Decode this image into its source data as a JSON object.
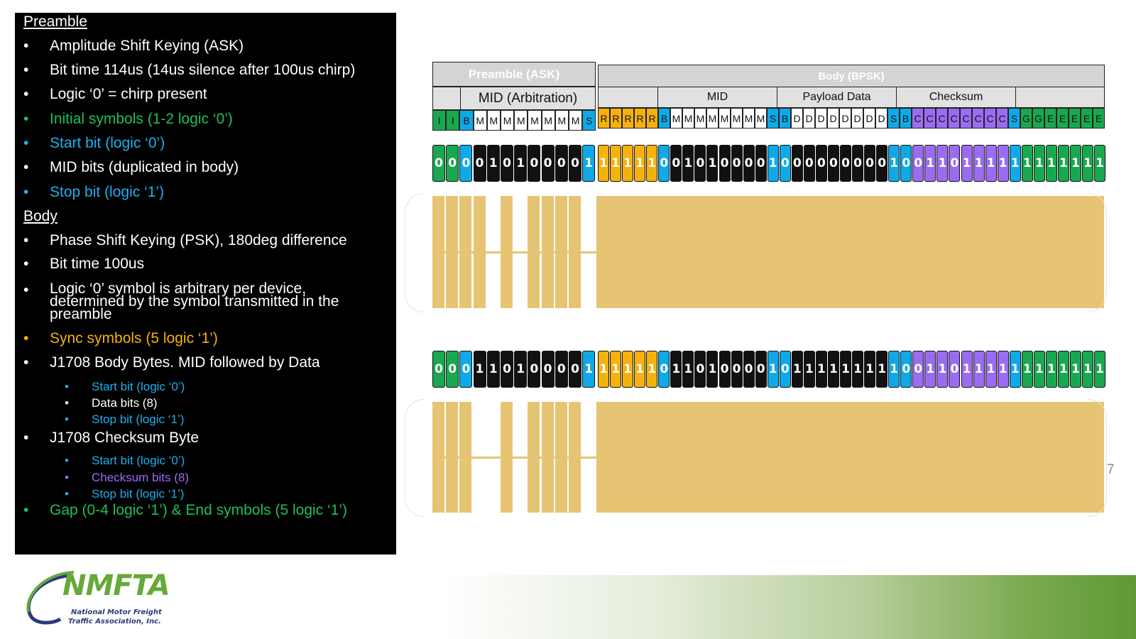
{
  "left_panel": {
    "preamble_heading": "Preamble",
    "preamble_bullets": [
      {
        "text": "Amplitude Shift Keying (ASK)",
        "color": "white"
      },
      {
        "text": "Bit time 114us (14us silence after 100us chirp)",
        "color": "white"
      },
      {
        "text": "Logic ‘0’ = chirp present",
        "color": "white"
      },
      {
        "text": "Initial symbols (1-2 logic ‘0’)",
        "color": "green"
      },
      {
        "text": "Start bit (logic ‘0’)",
        "color": "blue"
      },
      {
        "text": "MID bits (duplicated in body)",
        "color": "white"
      },
      {
        "text": "Stop bit (logic ‘1’)",
        "color": "blue"
      }
    ],
    "body_heading": "Body",
    "body_bullets": [
      {
        "text": "Phase Shift Keying (PSK), 180deg difference",
        "color": "white"
      },
      {
        "text": "Bit time 100us",
        "color": "white"
      },
      {
        "text": "Logic ‘0’ symbol is arbitrary per device, determined by the symbol transmitted in the preamble",
        "color": "white"
      },
      {
        "text": "Sync symbols (5 logic ‘1’)",
        "color": "orange"
      },
      {
        "text": "J1708 Body Bytes. MID followed by Data",
        "color": "white"
      }
    ],
    "body_bytes_sub": [
      {
        "text": "Start bit (logic ‘0’)",
        "color": "blue"
      },
      {
        "text": "Data bits (8)",
        "color": "white"
      },
      {
        "text": "Stop bit (logic ‘1’)",
        "color": "blue"
      }
    ],
    "checksum_heading": "J1708 Checksum Byte",
    "checksum_sub": [
      {
        "text": "Start bit (logic ‘0’)",
        "color": "blue"
      },
      {
        "text": "Checksum bits (8)",
        "color": "purple"
      },
      {
        "text": "Stop bit (logic ‘1’)",
        "color": "blue"
      }
    ],
    "gap_bullet": {
      "text": "Gap (0-4 logic ‘1’) & End symbols (5 logic ‘1’)",
      "color": "green"
    },
    "bullet_char": "•"
  },
  "diagram": {
    "preamble_title": "Preamble (ASK)",
    "body_title": "Body (BPSK)",
    "mid_arbitration_label": "MID (Arbitration)",
    "mid_label": "MID",
    "payload_label": "Payload Data",
    "checksum_label": "Checksum",
    "symbols_preamble": [
      "I",
      "I",
      "B",
      "M",
      "M",
      "M",
      "M",
      "M",
      "M",
      "M",
      "M",
      "S"
    ],
    "symbols_body": [
      "R",
      "R",
      "R",
      "R",
      "R",
      "B",
      "M",
      "M",
      "M",
      "M",
      "M",
      "M",
      "M",
      "M",
      "S",
      "B",
      "D",
      "D",
      "D",
      "D",
      "D",
      "D",
      "D",
      "D",
      "S",
      "B",
      "C",
      "C",
      "C",
      "C",
      "C",
      "C",
      "C",
      "C",
      "S",
      "G",
      "G",
      "E",
      "E",
      "E",
      "E",
      "E"
    ],
    "row1_bits": [
      "0",
      "0",
      "0",
      "0",
      "1",
      "0",
      "1",
      "0",
      "0",
      "0",
      "0",
      "1",
      "1",
      "1",
      "1",
      "1",
      "1",
      "0",
      "0",
      "1",
      "0",
      "1",
      "0",
      "0",
      "0",
      "0",
      "1",
      "0",
      "0",
      "0",
      "0",
      "0",
      "0",
      "0",
      "0",
      "0",
      "1",
      "0",
      "0",
      "1",
      "1",
      "0",
      "1",
      "1",
      "1",
      "1",
      "1",
      "1",
      "1",
      "1",
      "1",
      "1",
      "1",
      "1"
    ],
    "row2_bits": [
      "0",
      "0",
      "0",
      "1",
      "1",
      "0",
      "1",
      "0",
      "0",
      "0",
      "0",
      "1",
      "1",
      "1",
      "1",
      "1",
      "1",
      "0",
      "1",
      "1",
      "0",
      "1",
      "0",
      "0",
      "0",
      "0",
      "1",
      "0",
      "1",
      "1",
      "1",
      "1",
      "1",
      "1",
      "1",
      "1",
      "1",
      "0",
      "0",
      "1",
      "1",
      "0",
      "1",
      "1",
      "1",
      "1",
      "1",
      "1",
      "1",
      "1",
      "1",
      "1",
      "1",
      "1"
    ]
  },
  "colors": {
    "white": "#ffffff",
    "green": "#19a84f",
    "blue": "#10a9e8",
    "orange": "#f6b10d",
    "purple": "#9b6cf2",
    "black": "#111111",
    "wave": "#e6c473",
    "hdr": "#e1e1e1"
  },
  "page_number": "7",
  "logo": {
    "name": "NMFTA",
    "line1": "National Motor Freight",
    "line2": "Traffic Association, Inc."
  }
}
